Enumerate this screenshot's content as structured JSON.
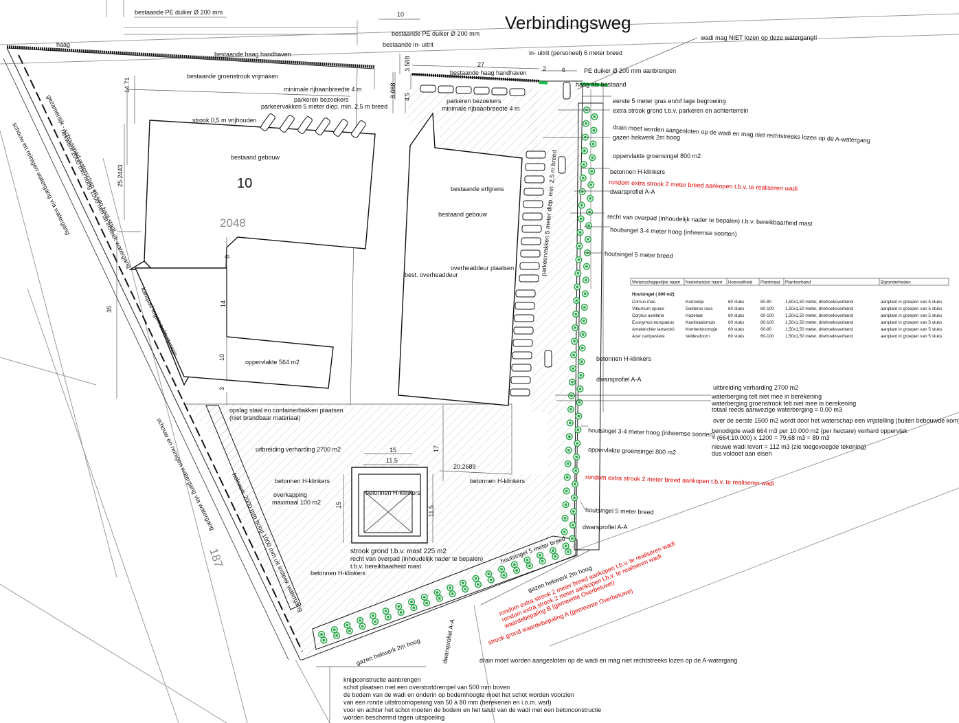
{
  "road_name": "Verbindingsweg",
  "building_number": "10",
  "house_number_grey": "2048",
  "grey_number_187": "187",
  "dimensions": {
    "d10": "10",
    "d27": "27",
    "d2": "2",
    "d6": "6",
    "d3588": "3.588",
    "d8088": "8.088",
    "d45": "4.5",
    "d1471": "14.71",
    "d252443": "25.2443",
    "d35": "35",
    "d8": "8",
    "d14": "14",
    "d10b": "10",
    "d3": "3",
    "d15a": "15",
    "d115a": "11.5",
    "d17": "17",
    "d202689": "20.2689",
    "d15b": "15",
    "d115b": "11.5"
  },
  "labels": {
    "pe_duiker_top": "bestaande PE duiker Ø 200 mm",
    "pe_duiker_mid": "bestaande PE duiker Ø 200 mm",
    "in_uitrit_bestaand": "bestaande in- uitrit",
    "in_uitrit_personeel": "in- uitrit (personeel) 6 meter breed",
    "pe_duiker_new": "PE duiker Ø 200 mm aanbrengen",
    "haag_als_bestaand": "haag  als bestaand",
    "wadi_niet_lozen": "wadi mag NIET lozen op deze watergang!!",
    "haag": "haag",
    "bestaande_haag_handhaven_1": "bestaande haag handhaven",
    "bestaande_haag_handhaven_2": "bestaande haag handhaven",
    "groenstrook_vrijmaken": "bestaande groenstrook vrijmaken",
    "min_rijbaan_4m_1": "minimale rijbaanbreedte 4 m",
    "parkeren_bezoekers_1": "parkeren bezoekers",
    "parkeervakken_1": "parkeervakken 5 meter diep. min. 2,5 m breed",
    "parkeren_bezoekers_2": "parkeren bezoekers",
    "min_rijbaan_4m_2": "minimale rijbaanbreedte 4 m",
    "strook_vrijhouden": "strook 0,5 m vrijhouden",
    "bestaand_gebouw_1": "bestaand gebouw",
    "bestaand_gebouw_2": "bestaand gebouw",
    "bestaande_erfgrens": "bestaande erfgrens",
    "overheaddeur_plaatsen": "overheaddeur plaatsen",
    "best_overheaddeur": "best. overheaddeur",
    "parkeervakken_2": "parkeervakken 5 meter diep. min. 2,5 m breed",
    "oppervlakte_564": "oppervlakte 564 m2",
    "opslag_staal": "opslag staal en containerbakken plaatsen",
    "niet_brandbaar": "(niet brandbaar materiaal)",
    "uitbreiding_verharding": "uitbreiding  verharding  2700 m2",
    "betonnen_h_klinkers_1": "betonnen H-klinkers",
    "overkapping": "overkapping",
    "maximaal_100": "maximaal 100 m2",
    "betonnen_h_klinkers_2": "betonnen H-klinkers",
    "betonnen_h_klinkers_3": "betonnen H-klinkers",
    "betonnen_h_klinkers_4": "betonnen H-klinkers",
    "strook_grond_mast": "strook grond t.b.v. mast 225 m2",
    "recht_van_overpad_1": "recht van overpad (inhoudelijk nader te bepalen)",
    "tbv_bereikbaarheid": "t.b.v. bereikbaarheid mast",
    "gezamenlijk_schouwpad": "gezamenlijk - schouwpad waterschap en van baal staal",
    "hekwerk_2000_1": "hekwerk 2000 mm hoog 1000 mm uit insteek watergang",
    "kantpad_achterterrein": "kantpad tegen achterterrein",
    "schouw_1": "schouw en reinigen watergang via watergang",
    "schouw_2": "schouw en reinigen watergang via watergang",
    "hekwerk_2000_2": "hekwerk 2000 mm hoog 1000 mm uit insteek watergang",
    "gazen_hekwerk_bottom": "gazen hekwerk 2m hoog",
    "dwarsprofiel_aa_bottom": "dwarsprofiel A-A",
    "gazen_hekwerk_diag": "gazen hekwerk 2m hoog",
    "houtsingel_diag": "houtsingel 5 meter breed"
  },
  "right_annotations": {
    "r1": "eerste 5 meter gras en/of lage begroeiing",
    "r2": "extra strook grond t.b.v. parkeren en achterterrein",
    "r3": "drain moet worden aangesloten op de wadi en mag niet rechtstreeks lozen op de A-watergang",
    "r4": "gazen hekwerk 2m hoog",
    "r5": "oppervlakte groensingel 800 m2",
    "r6": "betonnen H-klinkers",
    "r7_red": "rondom extra strook 2 meter breed aankopen t.b.v. te realiseren wadi",
    "r8": "dwarsprofiel A-A",
    "r9": "recht van overpad (inhoudelijk nader te bepalen) t.b.v. bereikbaarheid mast",
    "r10": "houtsingel 3-4 meter hoog (inheemse soorten)",
    "r11": "houtsingel 5 meter breed",
    "r12": "betonnen H-klinkers",
    "r13": "dwarsprofiel A-A",
    "r14": "houtsingel 3-4 meter hoog (inheemse soorten)",
    "r15": "oppervlakte groensingel 800 m2",
    "r16_red": "rondom extra strook 2 meter breed aankopen t.b.v. te realiseren wadi",
    "r17": "houtsingel 5 meter breed",
    "r18": "dwarsprofiel A-A"
  },
  "red_diagonal": {
    "line1": "rondom extra strook 2 meter breed aankopen t.b.v. te realiseren wadi",
    "line2": "rondom extra strook 2 meter aankopen t.b.v. te realiseren wadi",
    "line3": "waardebepaling B (gemeente Overbetuwe)",
    "line4": "strook grond waardebepaling A (gemeente Overbetuwe)"
  },
  "water_calc": {
    "c1": "uitbreiding  verharding  2700 m2",
    "c2": "waterberging telt niet mee in berekening",
    "c3": "waterberging groenstrook telt niet mee in berekening",
    "c4": "totaal reeds aanwezige waterberging =  0,00 m3",
    "c5": "over de eerste 1500 m2 wordt door het waterschap een vrijstelling (buiten bebouwde kom) verleend",
    "c6": "benodigde wadi 664 m3 per 10.000 m2 (per hectare) verhard oppervlak",
    "c7": "= (664:10.000) x 1200 =  79,68 m3 = 80 m3",
    "c8": "nieuwe wadi levert =  112 m3 (zie toegevoegde tekening)",
    "c9": "dus voldoet aan eisen"
  },
  "bottom_notes": {
    "drain": "drain moet worden aangesloten op de wadi en mag niet rechtstreeks lozen op de A-watergang",
    "n1": "knijpconstructie aanbrengen",
    "n2": "schot plaatsen met een overstortdrempel van 500 mm boven",
    "n3": "de bodem van de wadi en onderin op bodemhoogte moet het schot worden voorzien",
    "n4": "van een ronde uitstroomopening van 50 à 80 mm (berekenen en i.o.m. wsrl)",
    "n5": "voor en achter het schot moeten de bodem en het talud van de wadi met een betonconstructie",
    "n6": "worden beschermd tegen uitspoeling"
  },
  "plant_table": {
    "headers": [
      "Wetenschappelijke naam",
      "Nederlandse naam",
      "Hoeveelheid",
      "Plantmaat",
      "Plantverband",
      "Bijzonderheden"
    ],
    "section": "Houtsingel ( 800 m2)",
    "rows": [
      [
        "Cornus mas",
        "Kornoelje",
        "60 stuks",
        "60-80",
        "1,50x1,50 meter, driehoeksverband",
        "aanplant in groepen van 5 stuks"
      ],
      [
        "Viburnum opulus",
        "Gelderse roos",
        "60 stuks",
        "60-100",
        "1,50x1,50 meter, driehoeksverband",
        "aanplant in groepen van 5 stuks"
      ],
      [
        "Corylus avellana",
        "Hazelaar",
        "60 stuks",
        "60-100",
        "1,50x1,50 meter, driehoeksverband",
        "aanplant in groepen van 5 stuks"
      ],
      [
        "Euonymus europaeus",
        "Kardinaalsmuts",
        "60 stuks",
        "80-100",
        "1,50x1,50 meter, driehoeksverband",
        "aanplant in groepen van 5 stuks"
      ],
      [
        "Amelanchier lamarckii",
        "Krentenboompje",
        "60 stuks",
        "60-80",
        "1,50x1,50 meter, driehoeksverband",
        "aanplant in groepen van 5 stuks"
      ],
      [
        "Acer campestere",
        "Veldesdoorn",
        "60 stuks",
        "60-100",
        "1,50x1,50 meter, driehoeksverband",
        "aanplant in groepen van 5 stuks"
      ]
    ]
  },
  "colors": {
    "hatch": "#9a9a9a",
    "tree_fill": "#2fa84f",
    "annotation_red": "#e00000",
    "hedge_green": "#19c24a"
  }
}
